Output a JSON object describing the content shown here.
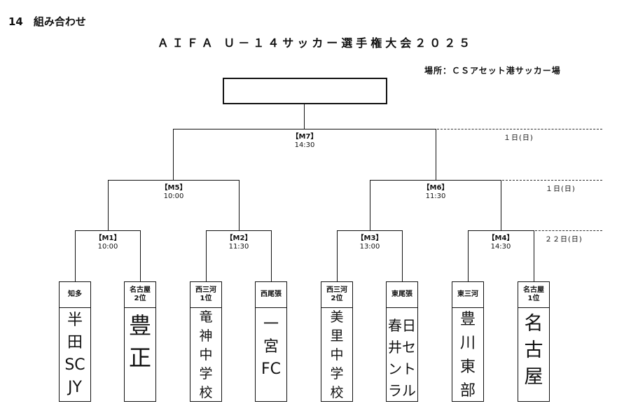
{
  "header": {
    "section": "14　組み合わせ",
    "title": "ＡＩＦＡ Ｕ－１４サッカー選手権大会２０２５",
    "venue": "場所：ＣＳアセット港サッカー場"
  },
  "champion": {
    "label": ""
  },
  "dates": {
    "final": "１日(日)",
    "semifinal": "１日(日)",
    "first_round": "２２日(日)"
  },
  "matches": {
    "M7": {
      "id": "【M7】",
      "time": "14:30"
    },
    "M5": {
      "id": "【M5】",
      "time": "10:00"
    },
    "M6": {
      "id": "【M6】",
      "time": "11:30"
    },
    "M1": {
      "id": "【M1】",
      "time": "10:00"
    },
    "M2": {
      "id": "【M2】",
      "time": "11:30"
    },
    "M3": {
      "id": "【M3】",
      "time": "13:00"
    },
    "M4": {
      "id": "【M4】",
      "time": "14:30"
    }
  },
  "teams": [
    {
      "region": "知多",
      "seed": "",
      "name": [
        "半",
        "田",
        "SC",
        "JY"
      ]
    },
    {
      "region": "名古屋",
      "seed": "2位",
      "name": [
        "豊",
        "正"
      ]
    },
    {
      "region": "西三河",
      "seed": "1位",
      "name": [
        "竜",
        "神",
        "中",
        "学",
        "校"
      ]
    },
    {
      "region": "西尾張",
      "seed": "",
      "name": [
        "一",
        "宮",
        "FC"
      ]
    },
    {
      "region": "西三河",
      "seed": "2位",
      "name": [
        "美",
        "里",
        "中",
        "学",
        "校"
      ]
    },
    {
      "region": "東尾張",
      "seed": "",
      "name": [
        "春日",
        "井セ",
        "ント",
        "ラル"
      ]
    },
    {
      "region": "東三河",
      "seed": "",
      "name": [
        "豊",
        "川",
        "東",
        "部"
      ]
    },
    {
      "region": "名古屋",
      "seed": "1位",
      "name": [
        "名",
        "古",
        "屋"
      ]
    }
  ]
}
